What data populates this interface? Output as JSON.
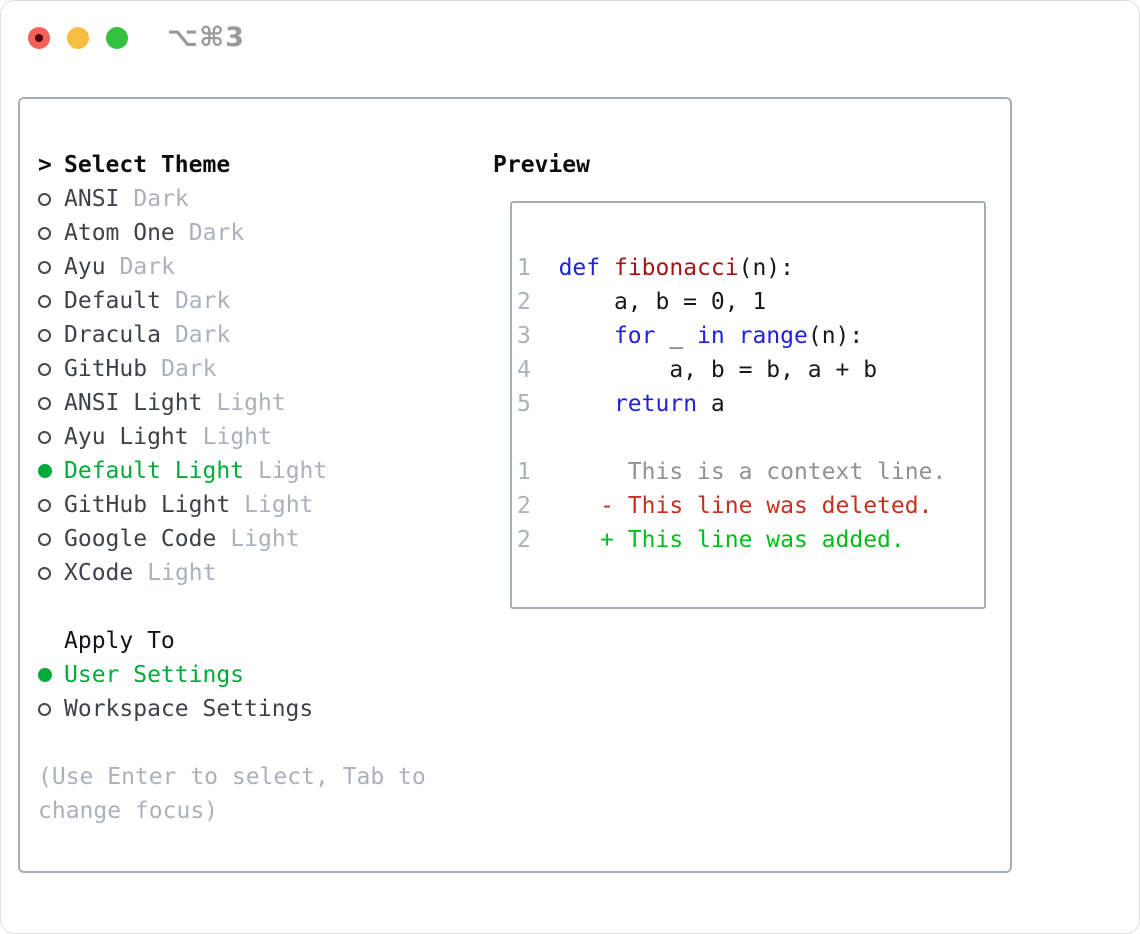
{
  "titlebar": {
    "shortcut": "⌥⌘3",
    "buttons": [
      {
        "icon": "close-traffic-light-icon",
        "color": "#f4605a"
      },
      {
        "icon": "minimize-traffic-light-icon",
        "color": "#f6be3f"
      },
      {
        "icon": "zoom-traffic-light-icon",
        "color": "#35c03f"
      }
    ]
  },
  "theme_list": {
    "header_marker": ">",
    "header": "Select Theme",
    "items": [
      {
        "label": "ANSI",
        "suffix": "Dark",
        "selected": false
      },
      {
        "label": "Atom One",
        "suffix": "Dark",
        "selected": false
      },
      {
        "label": "Ayu",
        "suffix": "Dark",
        "selected": false
      },
      {
        "label": "Default",
        "suffix": "Dark",
        "selected": false
      },
      {
        "label": "Dracula",
        "suffix": "Dark",
        "selected": false
      },
      {
        "label": "GitHub",
        "suffix": "Dark",
        "selected": false
      },
      {
        "label": "ANSI Light",
        "suffix": "Light",
        "selected": false
      },
      {
        "label": "Ayu Light",
        "suffix": "Light",
        "selected": false
      },
      {
        "label": "Default Light",
        "suffix": "Light",
        "selected": true
      },
      {
        "label": "GitHub Light",
        "suffix": "Light",
        "selected": false
      },
      {
        "label": "Google Code",
        "suffix": "Light",
        "selected": false
      },
      {
        "label": "XCode",
        "suffix": "Light",
        "selected": false
      }
    ]
  },
  "apply_to": {
    "header": "Apply To",
    "options": [
      {
        "label": "User Settings",
        "selected": true
      },
      {
        "label": "Workspace Settings",
        "selected": false
      }
    ]
  },
  "help": {
    "line1": "(Use Enter to select, Tab to",
    "line2": "change focus)"
  },
  "preview": {
    "header": "Preview",
    "lines": [
      {
        "tokens": [
          {
            "t": "1",
            "s": "num"
          },
          {
            "t": "  ",
            "s": "plain"
          },
          {
            "t": "def",
            "s": "kw"
          },
          {
            "t": " ",
            "s": "plain"
          },
          {
            "t": "fibonacci",
            "s": "fn"
          },
          {
            "t": "(n):",
            "s": "plain"
          }
        ]
      },
      {
        "tokens": [
          {
            "t": "2",
            "s": "num"
          },
          {
            "t": "      a, b = 0, 1",
            "s": "plain"
          }
        ]
      },
      {
        "tokens": [
          {
            "t": "3",
            "s": "num"
          },
          {
            "t": "      ",
            "s": "plain"
          },
          {
            "t": "for",
            "s": "kw"
          },
          {
            "t": " _ ",
            "s": "plain"
          },
          {
            "t": "in",
            "s": "kw"
          },
          {
            "t": " ",
            "s": "plain"
          },
          {
            "t": "range",
            "s": "kw"
          },
          {
            "t": "(n):",
            "s": "plain"
          }
        ]
      },
      {
        "tokens": [
          {
            "t": "4",
            "s": "num"
          },
          {
            "t": "          a, b = b, a + b",
            "s": "plain"
          }
        ]
      },
      {
        "tokens": [
          {
            "t": "5",
            "s": "num"
          },
          {
            "t": "      ",
            "s": "plain"
          },
          {
            "t": "return",
            "s": "kw"
          },
          {
            "t": " a",
            "s": "plain"
          }
        ]
      },
      {
        "tokens": []
      },
      {
        "tokens": [
          {
            "t": "1",
            "s": "num"
          },
          {
            "t": "       This is a context line.",
            "s": "ctx"
          }
        ]
      },
      {
        "tokens": [
          {
            "t": "2",
            "s": "num"
          },
          {
            "t": "     ",
            "s": "plain"
          },
          {
            "t": "- This line was deleted.",
            "s": "del"
          }
        ]
      },
      {
        "tokens": [
          {
            "t": "2",
            "s": "num"
          },
          {
            "t": "     ",
            "s": "plain"
          },
          {
            "t": "+ This line was added.",
            "s": "add"
          }
        ]
      }
    ]
  },
  "colors": {
    "selection_green": "#00ab39",
    "muted_gray": "#a9b2bc",
    "item_text": "#3d434b",
    "header_black": "#0c0e10",
    "panel_border": "#a6aeb8",
    "code_keyword_blue": "#2121dd",
    "code_function_red": "#a41515",
    "code_plain": "#17191d",
    "diff_context_gray": "#8d9299",
    "diff_deleted_red": "#c5311d",
    "diff_added_green": "#00bd17",
    "traffic_red": "#f4605a",
    "traffic_yellow": "#f6be3f",
    "traffic_green": "#35c03f"
  }
}
